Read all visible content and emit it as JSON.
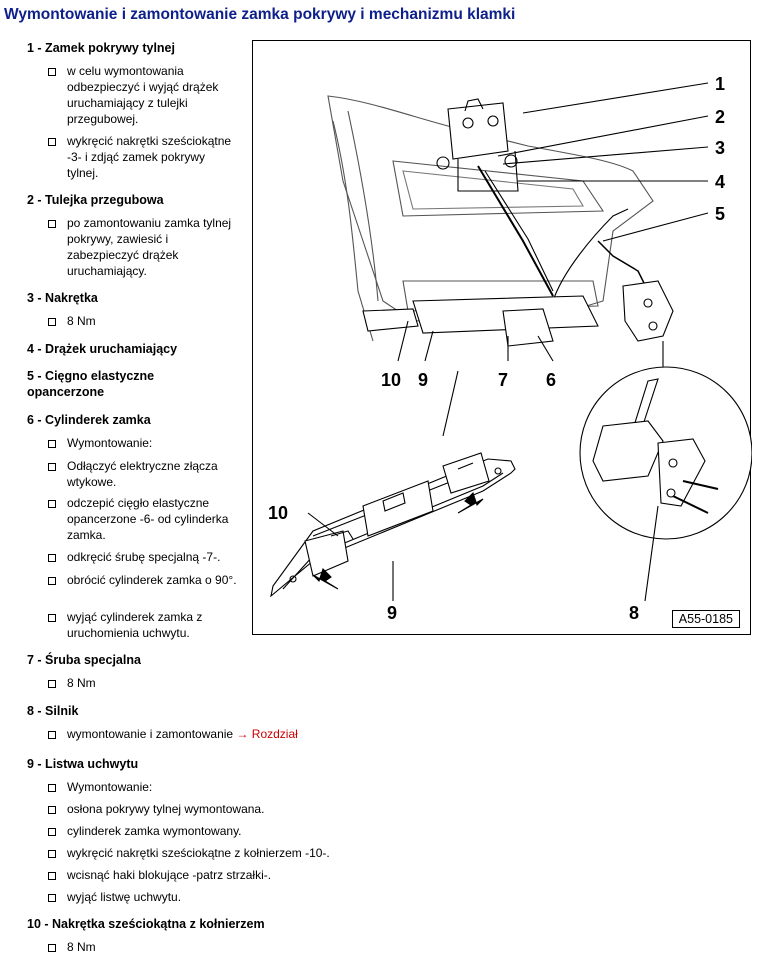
{
  "title": "Wymontowanie i zamontowanie zamka pokrywy i mechanizmu klamki",
  "items": [
    {
      "heading": "1 - Zamek pokrywy tylnej",
      "subs": [
        "w celu wymontowania odbezpieczyć i wyjąć drążek uruchamiający z tulejki przegubowej.",
        "wykręcić nakrętki sześciokątne -3- i zdjąć zamek pokrywy tylnej."
      ]
    },
    {
      "heading": "2 - Tulejka przegubowa",
      "subs": [
        "po zamontowaniu zamka tylnej pokrywy, zawiesić i zabezpieczyć drążek uruchamiający."
      ]
    },
    {
      "heading": "3 - Nakrętka",
      "subs": [
        "8 Nm"
      ]
    },
    {
      "heading": "4 - Drążek uruchamiający",
      "subs": []
    },
    {
      "heading": "5 - Cięgno elastyczne opancerzone",
      "subs": []
    },
    {
      "heading": "6 - Cylinderek zamka",
      "subs": [
        "Wymontowanie:",
        "Odłączyć elektryczne złącza wtykowe.",
        "odczepić cięgło elastyczne opancerzone -6- od cylinderka zamka.",
        "odkręcić śrubę specjalną -7-.",
        "obrócić cylinderek zamka o 90°.",
        "wyjąć cylinderek zamka z uruchomienia uchwytu."
      ]
    },
    {
      "heading": "7 - Śruba specjalna",
      "subs": [
        "8 Nm"
      ]
    },
    {
      "heading": "8 - Silnik",
      "subs": [
        "wymontowanie i zamontowanie"
      ],
      "link": "→ Rozdział"
    },
    {
      "heading": "9 - Listwa uchwytu",
      "subs": [
        "Wymontowanie:",
        "osłona pokrywy tylnej wymontowana.",
        "cylinderek zamka wymontowany.",
        "wykręcić nakrętki sześciokątne z kołnierzem -10-.",
        "wcisnąć haki blokujące -patrz strzałki-.",
        "wyjąć listwę uchwytu."
      ]
    },
    {
      "heading": "10 - Nakrętka sześciokątna z kołnierzem",
      "subs": [
        "8 Nm"
      ]
    }
  ],
  "figure": {
    "id": "A55-0185",
    "callouts": [
      "1",
      "2",
      "3",
      "4",
      "5",
      "10",
      "9",
      "7",
      "6",
      "10",
      "9",
      "8"
    ]
  }
}
